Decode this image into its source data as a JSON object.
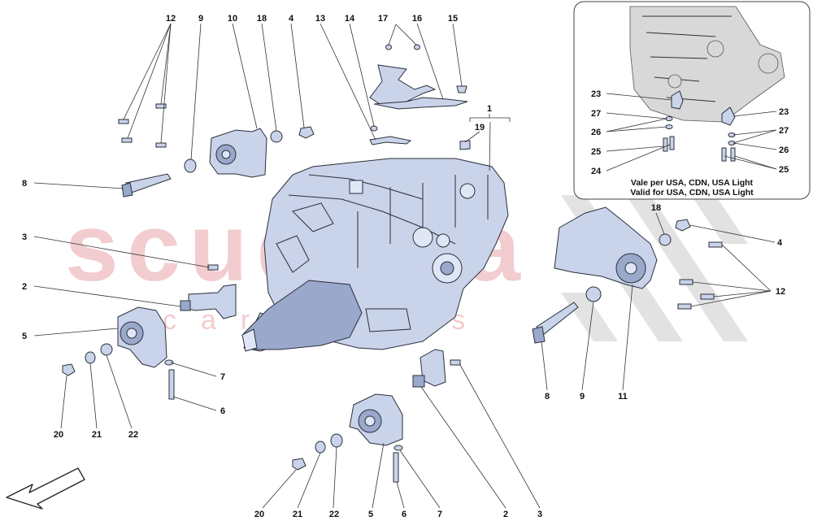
{
  "watermark": {
    "brand": "scuderia",
    "sub": "car parts"
  },
  "inset": {
    "note_line1": "Vale per USA, CDN, USA Light",
    "note_line2": "Valid for USA, CDN, USA Light",
    "callouts": [
      "23",
      "27",
      "26",
      "25",
      "24",
      "23",
      "27",
      "26",
      "25"
    ]
  },
  "callouts": {
    "top": [
      "12",
      "9",
      "10",
      "18",
      "4",
      "13",
      "14",
      "17",
      "16",
      "15",
      "1",
      "19"
    ],
    "left": [
      "8",
      "3",
      "2",
      "5",
      "7",
      "6",
      "20",
      "21",
      "22"
    ],
    "bottom": [
      "20",
      "21",
      "22",
      "5",
      "6",
      "7",
      "2",
      "3"
    ],
    "right": [
      "18",
      "4",
      "12",
      "8",
      "9",
      "11"
    ]
  },
  "icons": {
    "direction": "direction-arrow-icon"
  }
}
